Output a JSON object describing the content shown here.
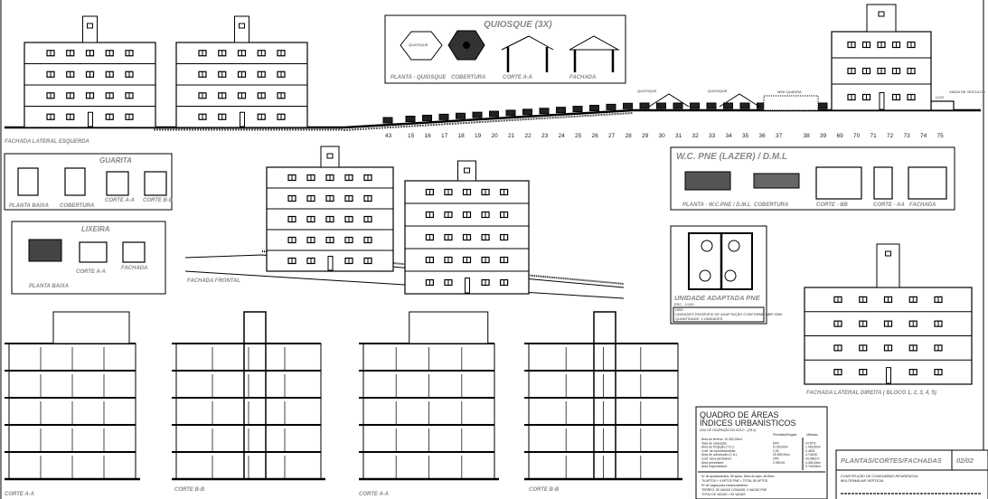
{
  "top_elevation": {
    "label": "FACHADA LATERAL ESQUERDA",
    "parking_numbers": [
      "43",
      "15",
      "16",
      "17",
      "18",
      "19",
      "20",
      "21",
      "22",
      "23",
      "24",
      "25",
      "26",
      "27",
      "28",
      "29",
      "30",
      "31",
      "32",
      "33",
      "34",
      "35",
      "36",
      "37",
      "38",
      "39",
      "69",
      "70",
      "71",
      "72",
      "73",
      "74",
      "75"
    ],
    "kiosk_label_1": "QUIOSQUE",
    "kiosk_label_2": "QUIOSQUE",
    "court_label": "MINI QUADRA",
    "trash_label": "LIXO",
    "exit_label": "SAIDA DE VEICULOS"
  },
  "quiosque": {
    "title": "QUIOSQUE (3X)",
    "plan_inner": "QUIOSQUE",
    "views": [
      "PLANTA - QUIOSQUE",
      "COBERTURA",
      "CORTE A-A",
      "FACHADA"
    ]
  },
  "guarita": {
    "title": "GUARITA",
    "views": [
      "PLANTA BAIXA",
      "COBERTURA",
      "CORTE A-A",
      "CORTE B-B"
    ]
  },
  "lixeira": {
    "title": "LIXEIRA",
    "views": [
      "PLANTA BAIXA",
      "CORTE A-A",
      "FACHADA"
    ]
  },
  "front": {
    "label": "FACHADA FRONTAL"
  },
  "wc": {
    "title": "W.C. PNE (LAZER) / D.M.L",
    "views": [
      "PLANTA - W.C.PNE / D.M.L",
      "COBERTURA",
      "CORTE - BB",
      "CORTE - AA",
      "FACHADA"
    ]
  },
  "unidade": {
    "title": "UNIDADE ADAPTADA PNE",
    "scale": "ESC.: 1/100",
    "note_1": "OBS:",
    "note_2": "UNIDADES PASSÍVEIS DE ADAPTAÇÃO CONFORME NBR 9050",
    "note_3": "QUANTIDADE: 4 UNIDADES"
  },
  "right_elevation": {
    "label": "FACHADA LATERAL DIREITA ( BLOCO 1, 2, 3, 4, 5)"
  },
  "sections": [
    "CORTE A-A",
    "CORTE B-B",
    "CORTE A-A",
    "CORTE B-B"
  ],
  "areas": {
    "title_1": "QUADRO DE ÁREAS",
    "title_2": "ÍNDICES URBANÍSTICOS",
    "subtitle": "USO DE OCUPAÇÃO DO SOLO - (ZR-2)",
    "col_required": "Permitido/Exigido",
    "col_used": "Utilizado",
    "rows": [
      {
        "label": "Área do terreno: 10.250,00m2",
        "req": "",
        "used": ""
      },
      {
        "label": "Taxa de ocupação:",
        "req": "60%",
        "used": "14,57%"
      },
      {
        "label": "Área de Projeção (T.O.):",
        "req": "6.150,00m²",
        "used": "1.493,50m²"
      },
      {
        "label": "Coef. de Aproveitamento:",
        "req": "2,00",
        "used": "0,4632"
      },
      {
        "label": "Área de construção (C.A.):",
        "req": "20.500,00m²",
        "used": "4.748,50"
      },
      {
        "label": "Coef. área permeável:",
        "req": "20%",
        "used": "43,4581%"
      },
      {
        "label": "Área permeável:",
        "req": "2.050,00",
        "used": "4.454,45m²"
      },
      {
        "label": "Área Impermeável:",
        "req": "",
        "used": "5.745,55m²"
      }
    ],
    "notes": [
      "Nº de apartamentos: 80 aptos.   Área do Apto: 46,56m²",
      "76 APTOS + 4 APTOS PNE = TOTAL 80 APTOS",
      "Nº de vagas para estacionamento:",
      "TERREO: 80 VAGAS COMUNS, 4 VAGAS PNE",
      "TOTAL DE VAGAS = 90 VAGAS"
    ]
  },
  "title_block": {
    "sheet_title": "PLANTAS/CORTES/FACHADAS",
    "sheet_number": "02/02",
    "project_1": "CONSTRUÇÃO DE CONDOMÍNIO RESIDENCIAL",
    "project_2": "MULTIFAMILIAR VERTICAL"
  }
}
